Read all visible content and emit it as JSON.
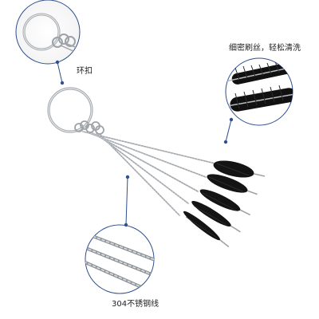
{
  "callouts": {
    "ring": "环扣",
    "bristle": "细密刷丝，轻松清洗",
    "wire": "304不锈钢线"
  },
  "icons": {
    "key_ring": "split-ring-icon",
    "brush": "cleaning-brush-icon"
  },
  "colors": {
    "callout_border": "#2f4f8f",
    "metal": "#9ea3a8",
    "bristle": "#111111",
    "background": "#ffffff"
  }
}
